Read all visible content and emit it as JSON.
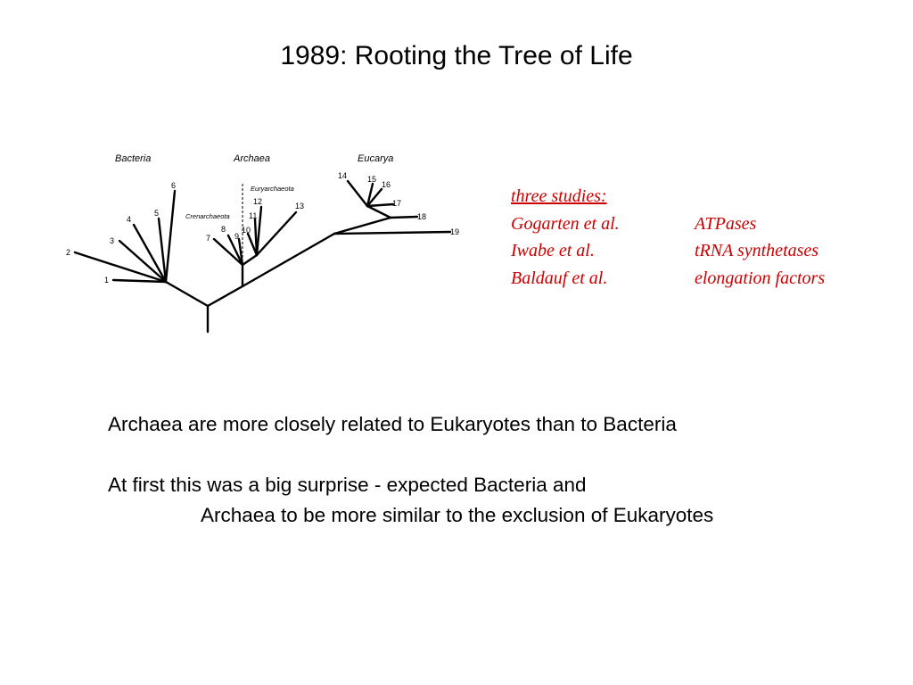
{
  "title": "1989: Rooting the Tree of Life",
  "tree": {
    "clades": [
      "Bacteria",
      "Archaea",
      "Eucarya"
    ],
    "subclades": [
      "Euryarchaeota",
      "Crenarchaeota"
    ],
    "leaves": [
      "1",
      "2",
      "3",
      "4",
      "5",
      "6",
      "7",
      "8",
      "9",
      "10",
      "11",
      "12",
      "13",
      "14",
      "15",
      "16",
      "17",
      "18",
      "19"
    ]
  },
  "studies": {
    "heading": "three studies:",
    "rows": [
      {
        "author": "Gogarten et al.",
        "molecule": "ATPases"
      },
      {
        "author": "Iwabe et al.",
        "molecule": "tRNA synthetases"
      },
      {
        "author": "Baldauf et al.",
        "molecule": "elongation factors"
      }
    ]
  },
  "statements": {
    "first": "Archaea are more closely related to Eukaryotes than to Bacteria",
    "second_line1": "At first this was a big surprise - expected Bacteria and",
    "second_line2": "Archaea to be more similar to the exclusion of Eukaryotes"
  },
  "colors": {
    "accent": "#cc0000",
    "text": "#000000"
  }
}
